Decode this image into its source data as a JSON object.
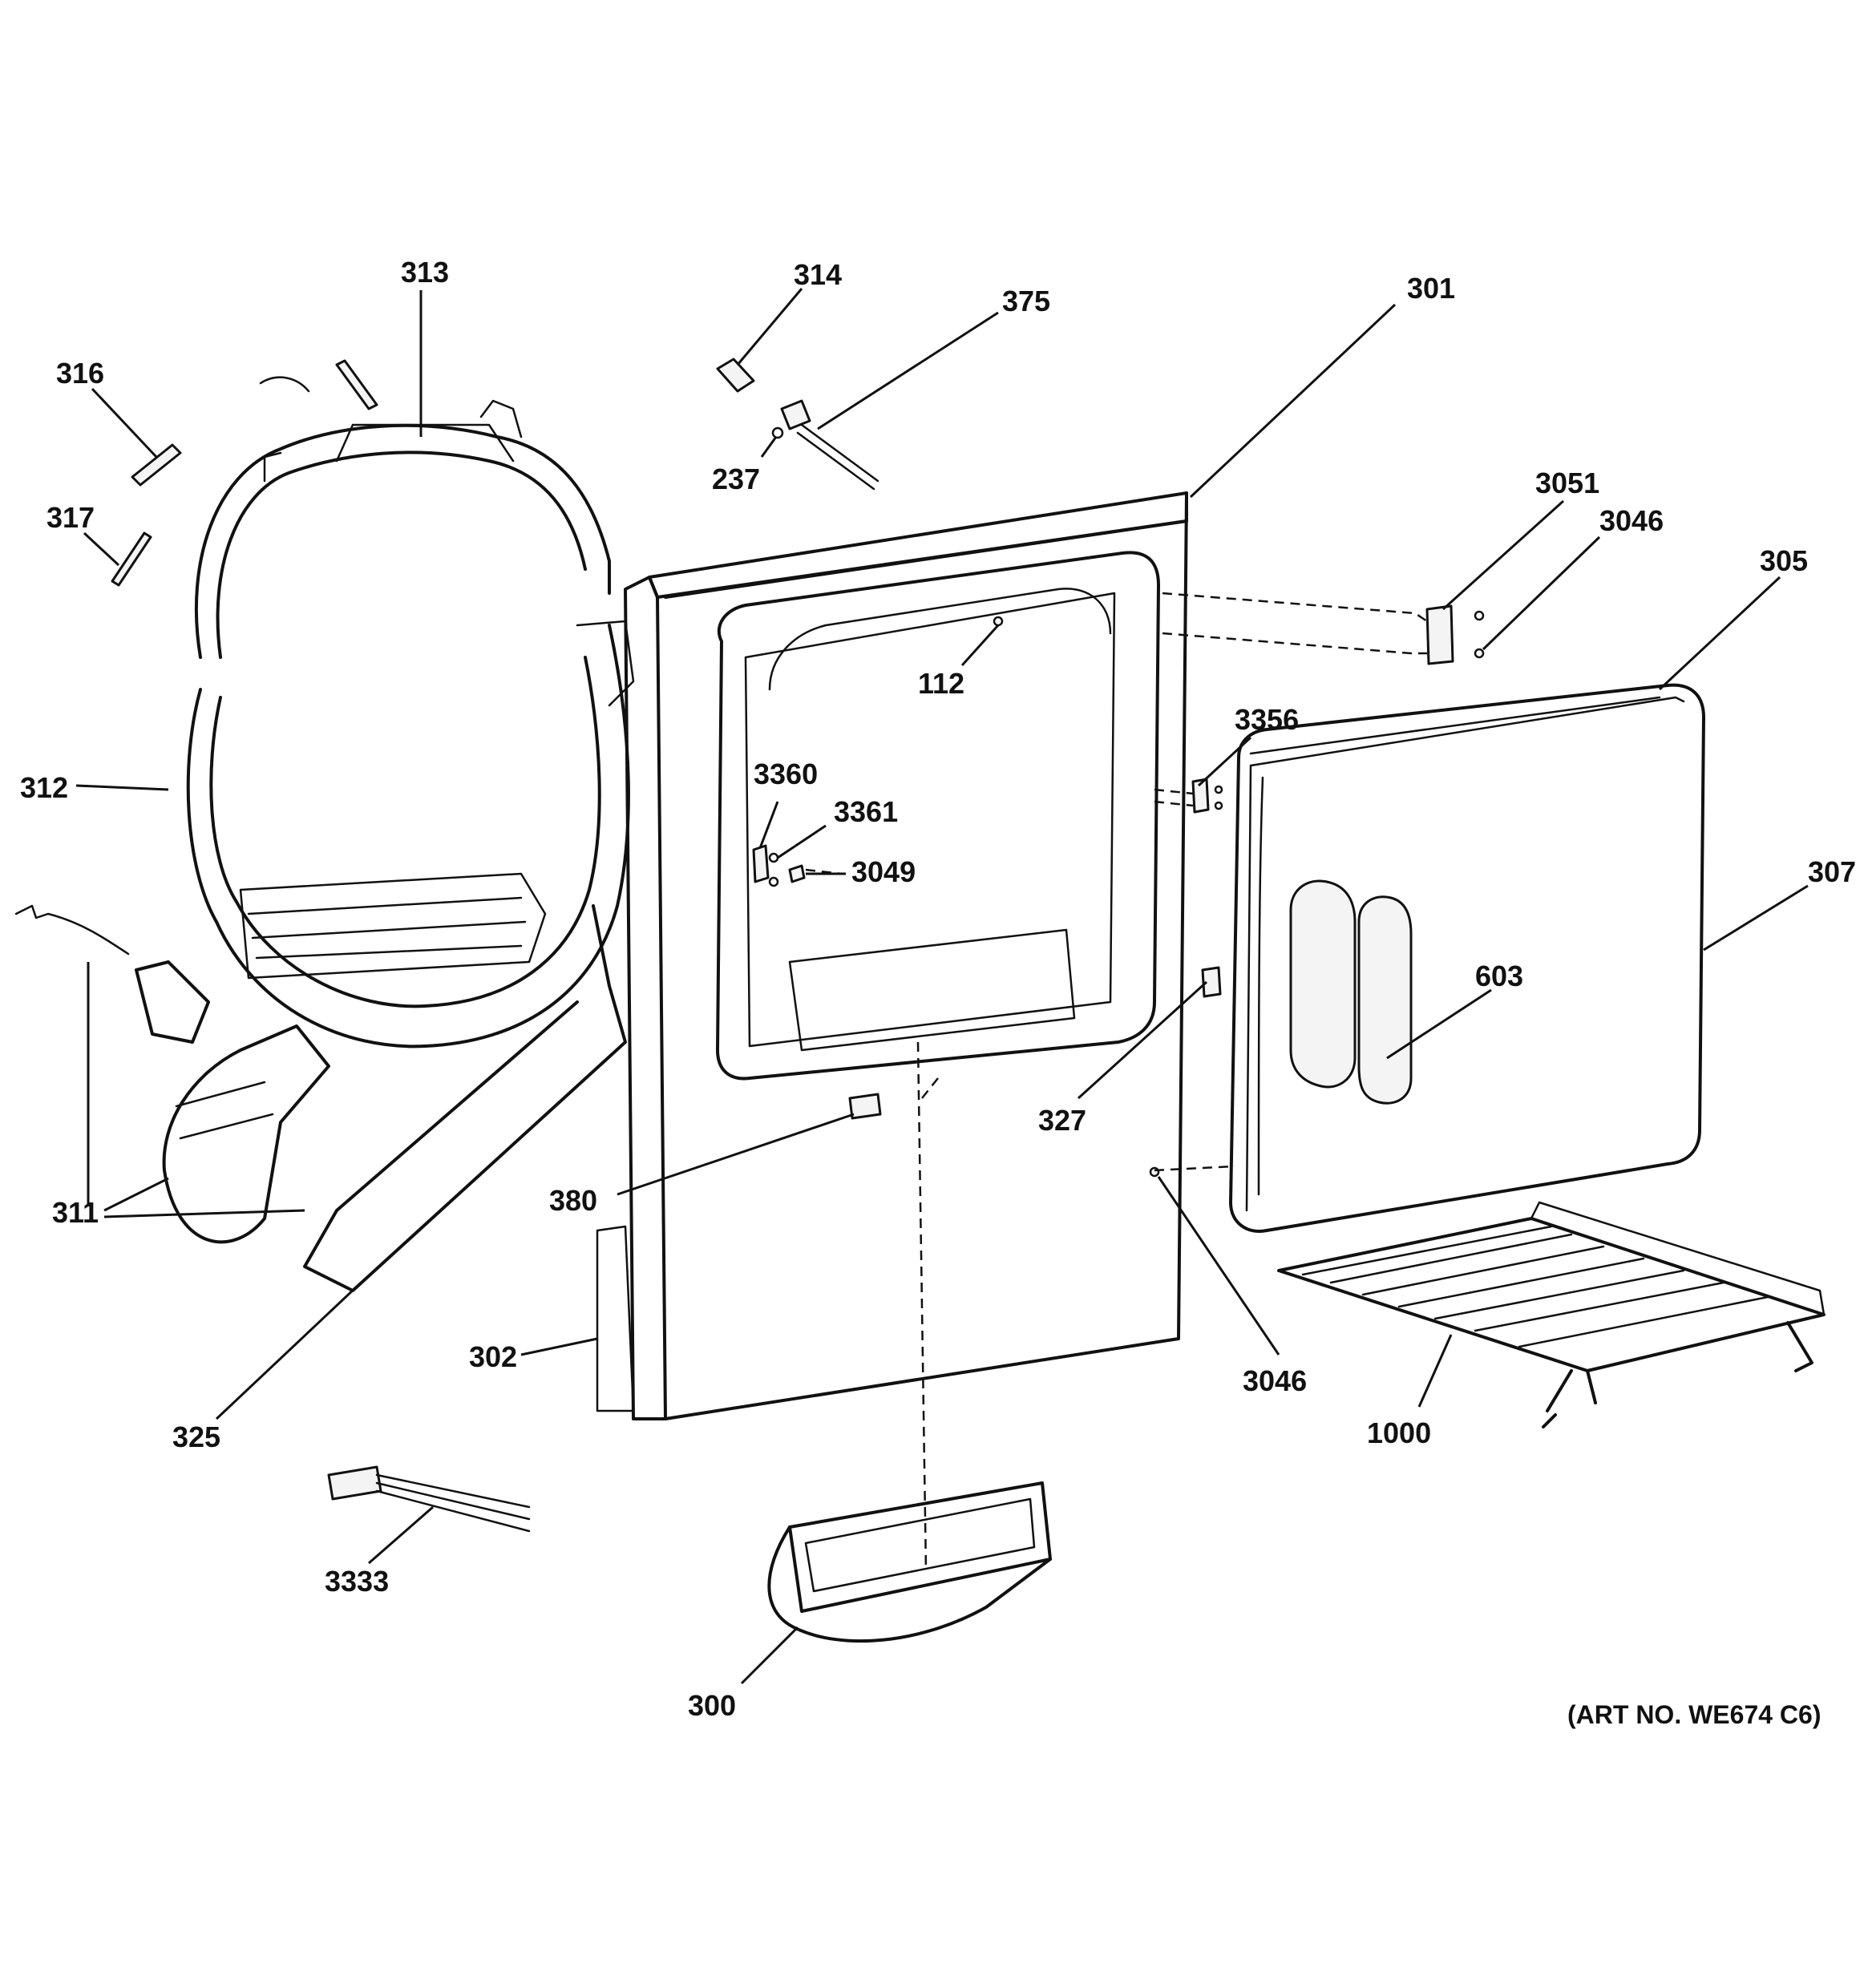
{
  "callouts": {
    "c313": "313",
    "c316": "316",
    "c317": "317",
    "c312": "312",
    "c311": "311",
    "c325": "325",
    "c3333": "3333",
    "c314": "314",
    "c375": "375",
    "c237": "237",
    "c301": "301",
    "c112": "112",
    "c3360": "3360",
    "c3361": "3361",
    "c3049": "3049",
    "c380": "380",
    "c302": "302",
    "c300": "300",
    "c3051": "3051",
    "c3046a": "3046",
    "c305": "305",
    "c3356": "3356",
    "c307": "307",
    "c603": "603",
    "c327": "327",
    "c3046b": "3046",
    "c1000": "1000"
  },
  "art_number": "(ART NO. WE674 C6)"
}
